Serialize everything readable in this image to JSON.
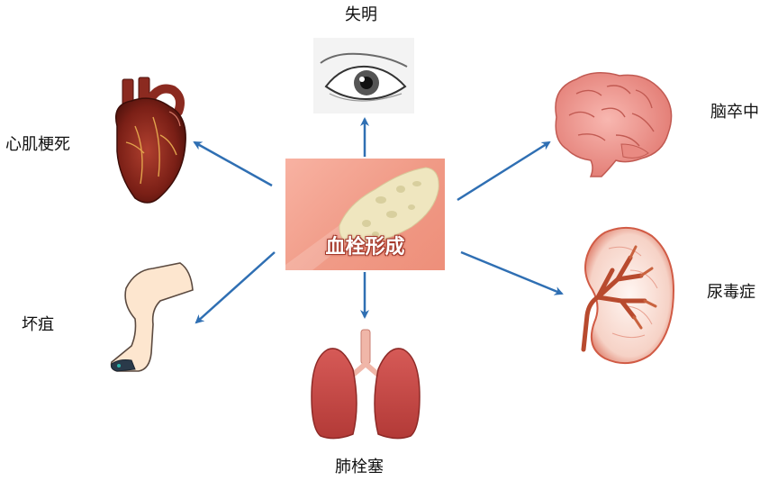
{
  "center": {
    "title": "血栓形成"
  },
  "outcomes": {
    "top": "失明",
    "right_top": "脑卒中",
    "right_bottom": "尿毒症",
    "bottom": "肺栓塞",
    "left_bottom": "坏疽",
    "left_top": "心肌梗死"
  },
  "colors": {
    "arrow": "#2f6fb3",
    "center_background": "#f09a86",
    "center_text": "#ffffff"
  },
  "icons": {
    "top": "eye-icon",
    "right_top": "brain-icon",
    "right_bottom": "kidney-icon",
    "bottom": "lungs-icon",
    "left_bottom": "leg-gangrene-icon",
    "left_top": "heart-icon"
  }
}
